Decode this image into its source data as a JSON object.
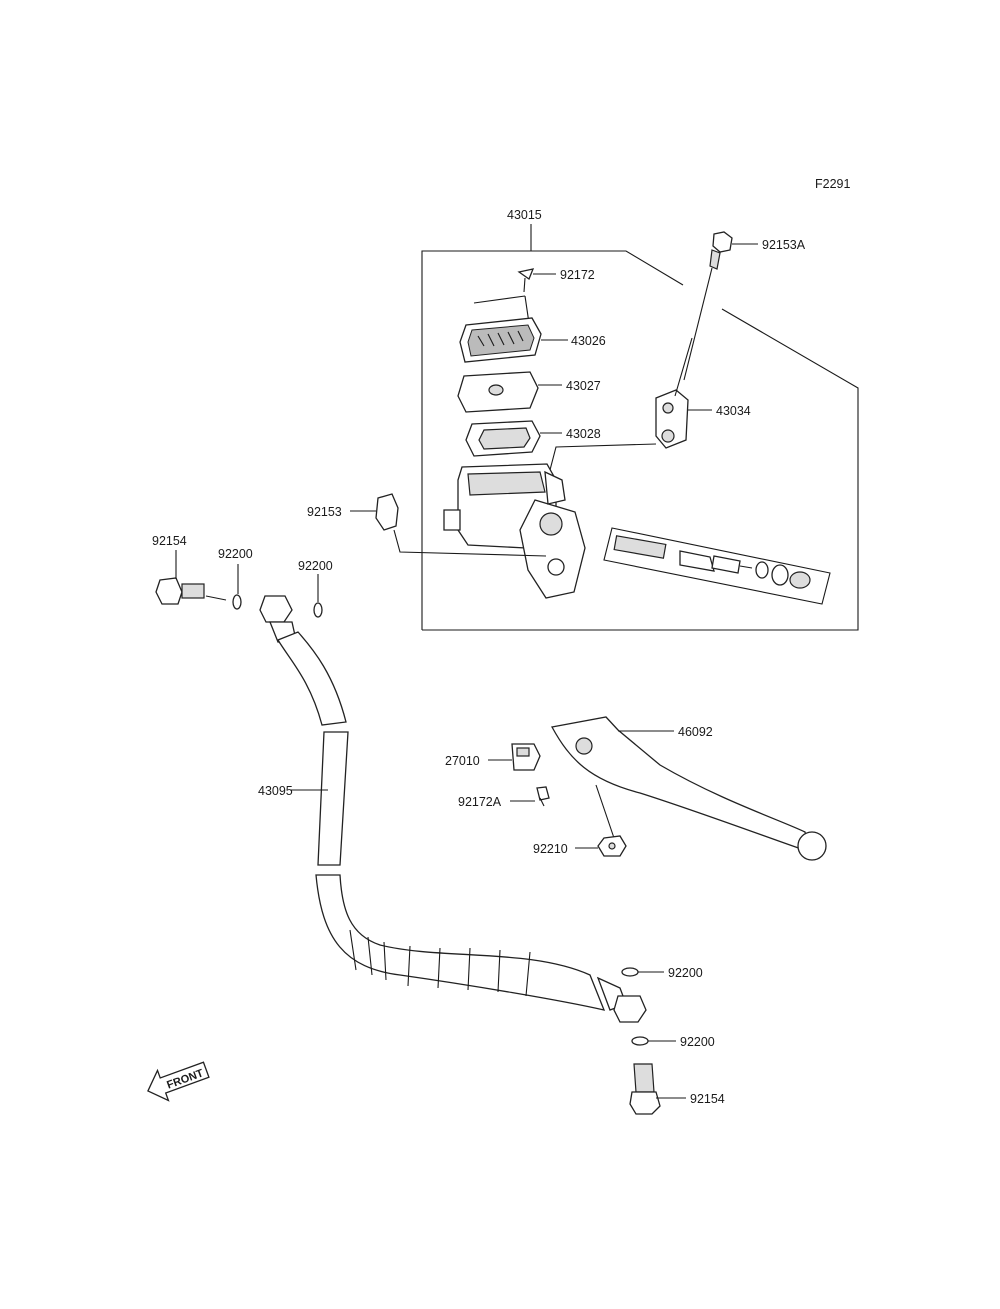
{
  "figure_code": "F2291",
  "callouts": [
    {
      "id": "c-43015",
      "text": "43015"
    },
    {
      "id": "c-92153A",
      "text": "92153A"
    },
    {
      "id": "c-92172",
      "text": "92172"
    },
    {
      "id": "c-43026",
      "text": "43026"
    },
    {
      "id": "c-43027",
      "text": "43027"
    },
    {
      "id": "c-43028",
      "text": "43028"
    },
    {
      "id": "c-43034",
      "text": "43034"
    },
    {
      "id": "c-92153",
      "text": "92153"
    },
    {
      "id": "c-92154-top",
      "text": "92154"
    },
    {
      "id": "c-92200-a",
      "text": "92200"
    },
    {
      "id": "c-92200-b",
      "text": "92200"
    },
    {
      "id": "c-46092",
      "text": "46092"
    },
    {
      "id": "c-27010",
      "text": "27010"
    },
    {
      "id": "c-43095",
      "text": "43095"
    },
    {
      "id": "c-92172A",
      "text": "92172A"
    },
    {
      "id": "c-92210",
      "text": "92210"
    },
    {
      "id": "c-92200-c",
      "text": "92200"
    },
    {
      "id": "c-92200-d",
      "text": "92200"
    },
    {
      "id": "c-92154-bottom",
      "text": "92154"
    }
  ],
  "front_label": "FRONT"
}
